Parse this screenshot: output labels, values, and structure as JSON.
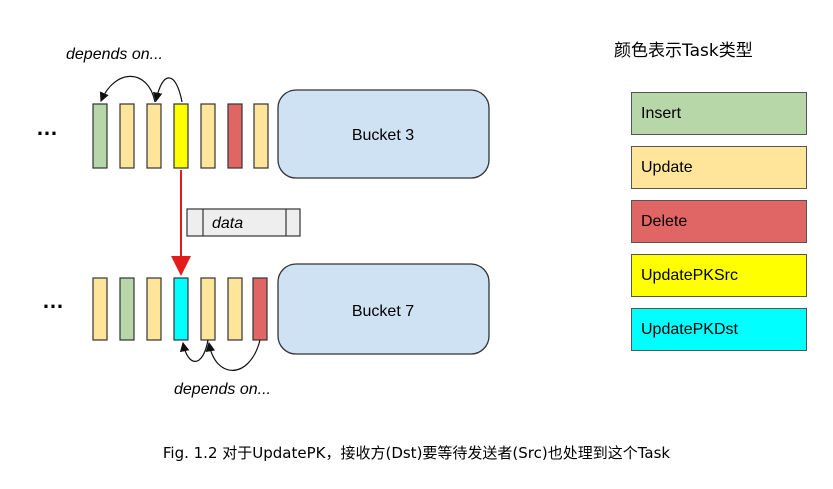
{
  "top_row": {
    "ellipsis": "…",
    "depends_label": "depends on...",
    "bucket_label": "Bucket 3",
    "tasks": [
      "Insert",
      "Update",
      "Update",
      "UpdatePKSrc",
      "Update",
      "Delete",
      "Update"
    ]
  },
  "bottom_row": {
    "ellipsis": "…",
    "depends_label": "depends on...",
    "bucket_label": "Bucket 7",
    "tasks": [
      "Update",
      "Insert",
      "Update",
      "UpdatePKDst",
      "Update",
      "Update",
      "Delete"
    ]
  },
  "data_label": "data",
  "legend": {
    "title": "颜色表示Task类型",
    "items": [
      {
        "label": "Insert",
        "color": "#b7d7a8"
      },
      {
        "label": "Update",
        "color": "#ffe599"
      },
      {
        "label": "Delete",
        "color": "#e06666"
      },
      {
        "label": "UpdatePKSrc",
        "color": "#ffff00"
      },
      {
        "label": "UpdatePKDst",
        "color": "#00ffff"
      }
    ]
  },
  "colors": {
    "bucket_fill": "#cfe2f3",
    "data_arrow": "#e31b1b",
    "outline": "#333333"
  },
  "caption": "Fig. 1.2 对于UpdatePK，接收方(Dst)要等待发送者(Src)也处理到这个Task"
}
